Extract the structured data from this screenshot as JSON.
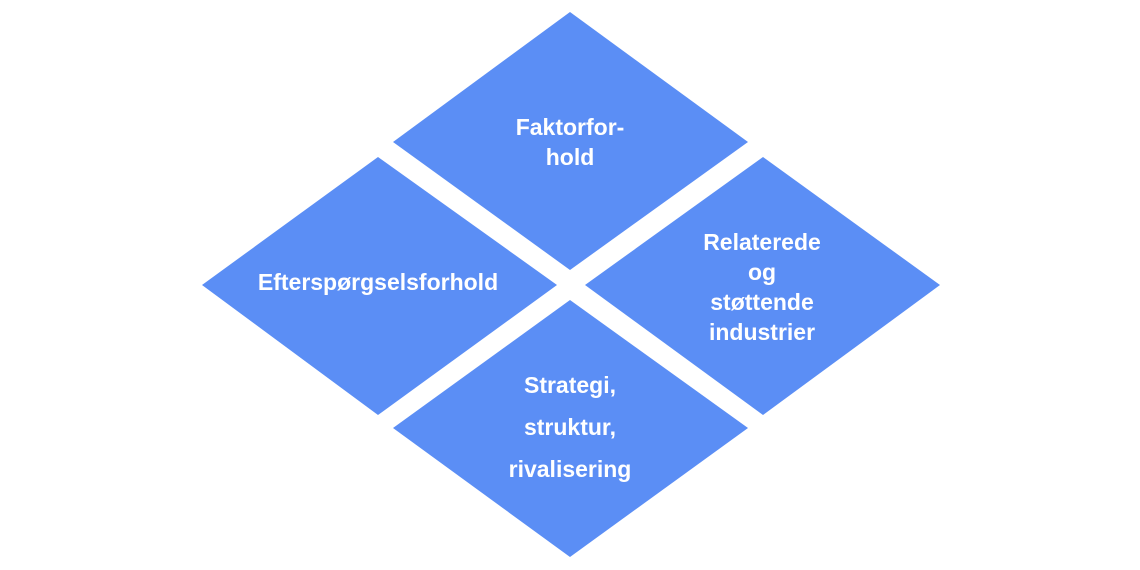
{
  "colors": {
    "fill": "#5B8EF5",
    "text": "#FFFFFF"
  },
  "diamonds": {
    "top": {
      "lines": [
        "Faktorfor-",
        "hold"
      ]
    },
    "left": {
      "lines": [
        "Efterspørgselsforhold"
      ]
    },
    "right": {
      "lines": [
        "Relaterede",
        "og",
        "støttende",
        "industrier"
      ]
    },
    "bottom": {
      "lines": [
        "Strategi,",
        "struktur,",
        "rivalisering"
      ]
    }
  }
}
